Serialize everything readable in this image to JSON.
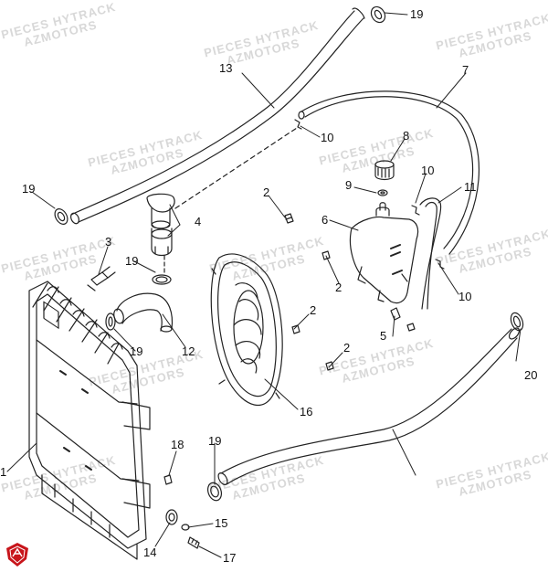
{
  "watermark": {
    "line1": "PIECES HYTRACK",
    "line2": "AZMOTORS"
  },
  "callouts": [
    "1",
    "2",
    "2",
    "2",
    "2",
    "3",
    "4",
    "5",
    "6",
    "7",
    "8",
    "9",
    "10",
    "10",
    "10",
    "11",
    "12",
    "13",
    "14",
    "15",
    "16",
    "17",
    "18",
    "19",
    "19",
    "19",
    "19",
    "19",
    "20"
  ],
  "logo": {
    "primary": "#c8151b",
    "secondary": "#ffffff"
  },
  "line_color": "#222222"
}
